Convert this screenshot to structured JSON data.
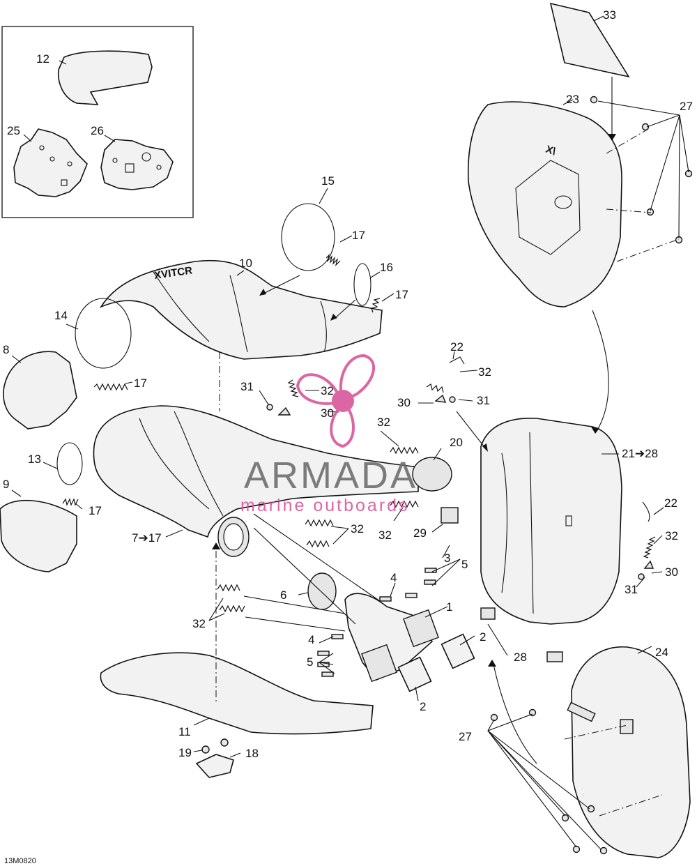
{
  "diagram": {
    "drawing_code": "13M0820",
    "callouts": {
      "c1": "1",
      "c2a": "2",
      "c2b": "2",
      "c4a": "4",
      "c4b": "4",
      "c3": "3",
      "c5a": "5",
      "c5b": "5",
      "c6": "6",
      "c7": "7➔17",
      "c8": "8",
      "c9": "9",
      "c10": "10",
      "c11": "11",
      "c12": "12",
      "c13": "13",
      "c14": "14",
      "c15": "15",
      "c16": "16",
      "c17a": "17",
      "c17b": "17",
      "c17c": "17",
      "c17d": "17",
      "c18": "18",
      "c19": "19",
      "c20": "20",
      "c21": "21➔28",
      "c22a": "22",
      "c22b": "22",
      "c23": "23",
      "c24": "24",
      "c25": "25",
      "c26": "26",
      "c27a": "27",
      "c27b": "27",
      "c28": "28",
      "c29": "29",
      "c30a": "30",
      "c30b": "30",
      "c30c": "30",
      "c31a": "31",
      "c31b": "31",
      "c31c": "31",
      "c32a": "32",
      "c32b": "32",
      "c32c": "32",
      "c32d": "32",
      "c32e": "32",
      "c32f": "32",
      "c32g": "32",
      "c33": "33"
    },
    "embossed": {
      "logo_a": "XVITCR",
      "logo_b": "X\\"
    }
  },
  "watermark": {
    "brand": "ARMADA",
    "tagline": "marine outboards",
    "color": "#d9559a"
  }
}
